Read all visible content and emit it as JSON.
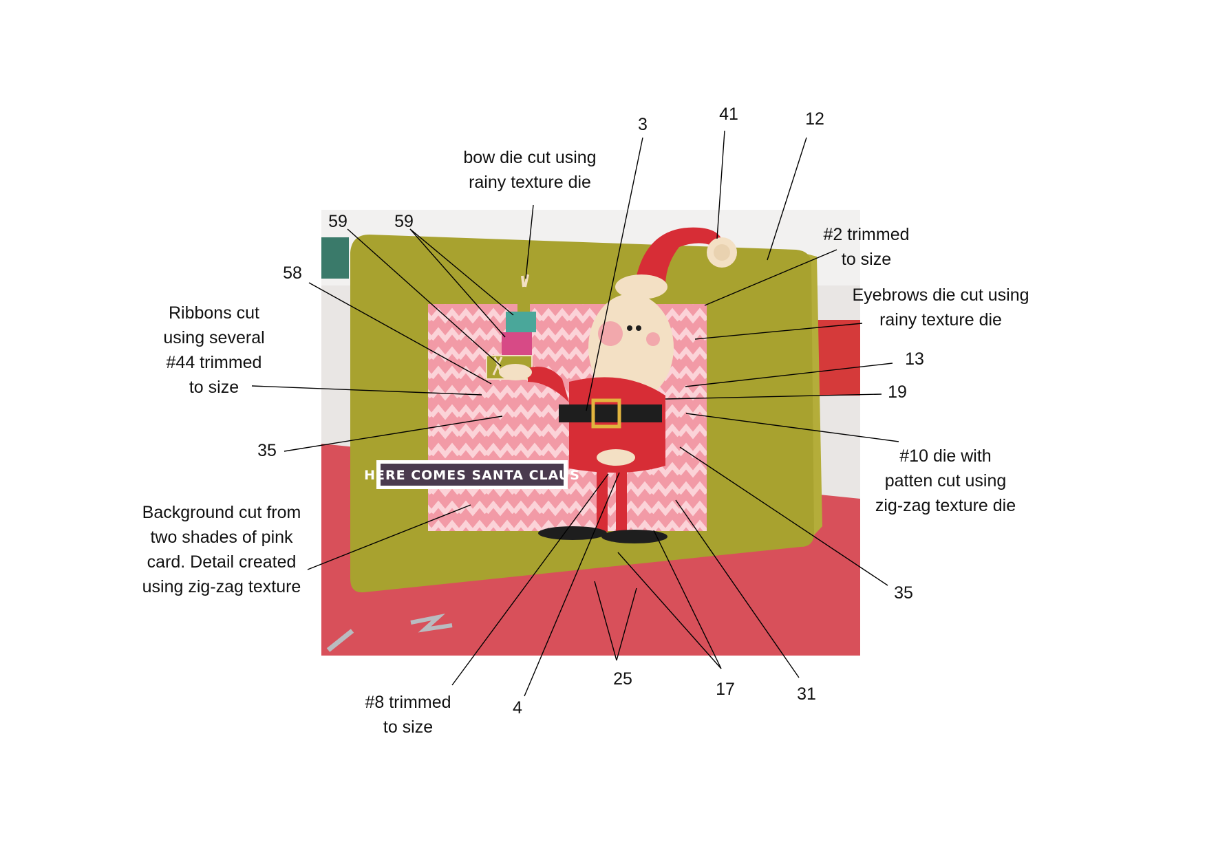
{
  "card_sign_text": "HERE COMES SANTA CLAUS",
  "callouts": {
    "bow": [
      "bow die cut using",
      "rainy texture die"
    ],
    "ribbons": [
      "Ribbons cut",
      "using several",
      "#44 trimmed",
      "to size"
    ],
    "background": [
      "Background cut from",
      "two shades of pink",
      "card. Detail created",
      "using zig-zag texture"
    ],
    "trim2": [
      "#2 trimmed",
      "to size"
    ],
    "eyebrows": [
      "Eyebrows die cut using",
      "rainy texture die"
    ],
    "die10": [
      "#10 die with",
      "patten cut using",
      "zig-zag texture die"
    ],
    "trim8": [
      "#8 trimmed",
      "to size"
    ]
  },
  "numbers": {
    "n3": "3",
    "n41": "41",
    "n12": "12",
    "n59a": "59",
    "n59b": "59",
    "n58": "58",
    "n13": "13",
    "n19": "19",
    "n35a": "35",
    "n35b": "35",
    "n4": "4",
    "n25": "25",
    "n17": "17",
    "n31": "31"
  },
  "colors": {
    "card": "#a8a22f",
    "pink_bg": "#f29aa6",
    "zigzag": "#fbd3d8",
    "santa_red": "#d72d36",
    "cream": "#f3e0c4",
    "tabletop": "#d8505a",
    "black": "#1e1e1e",
    "gold": "#e2b53f"
  }
}
